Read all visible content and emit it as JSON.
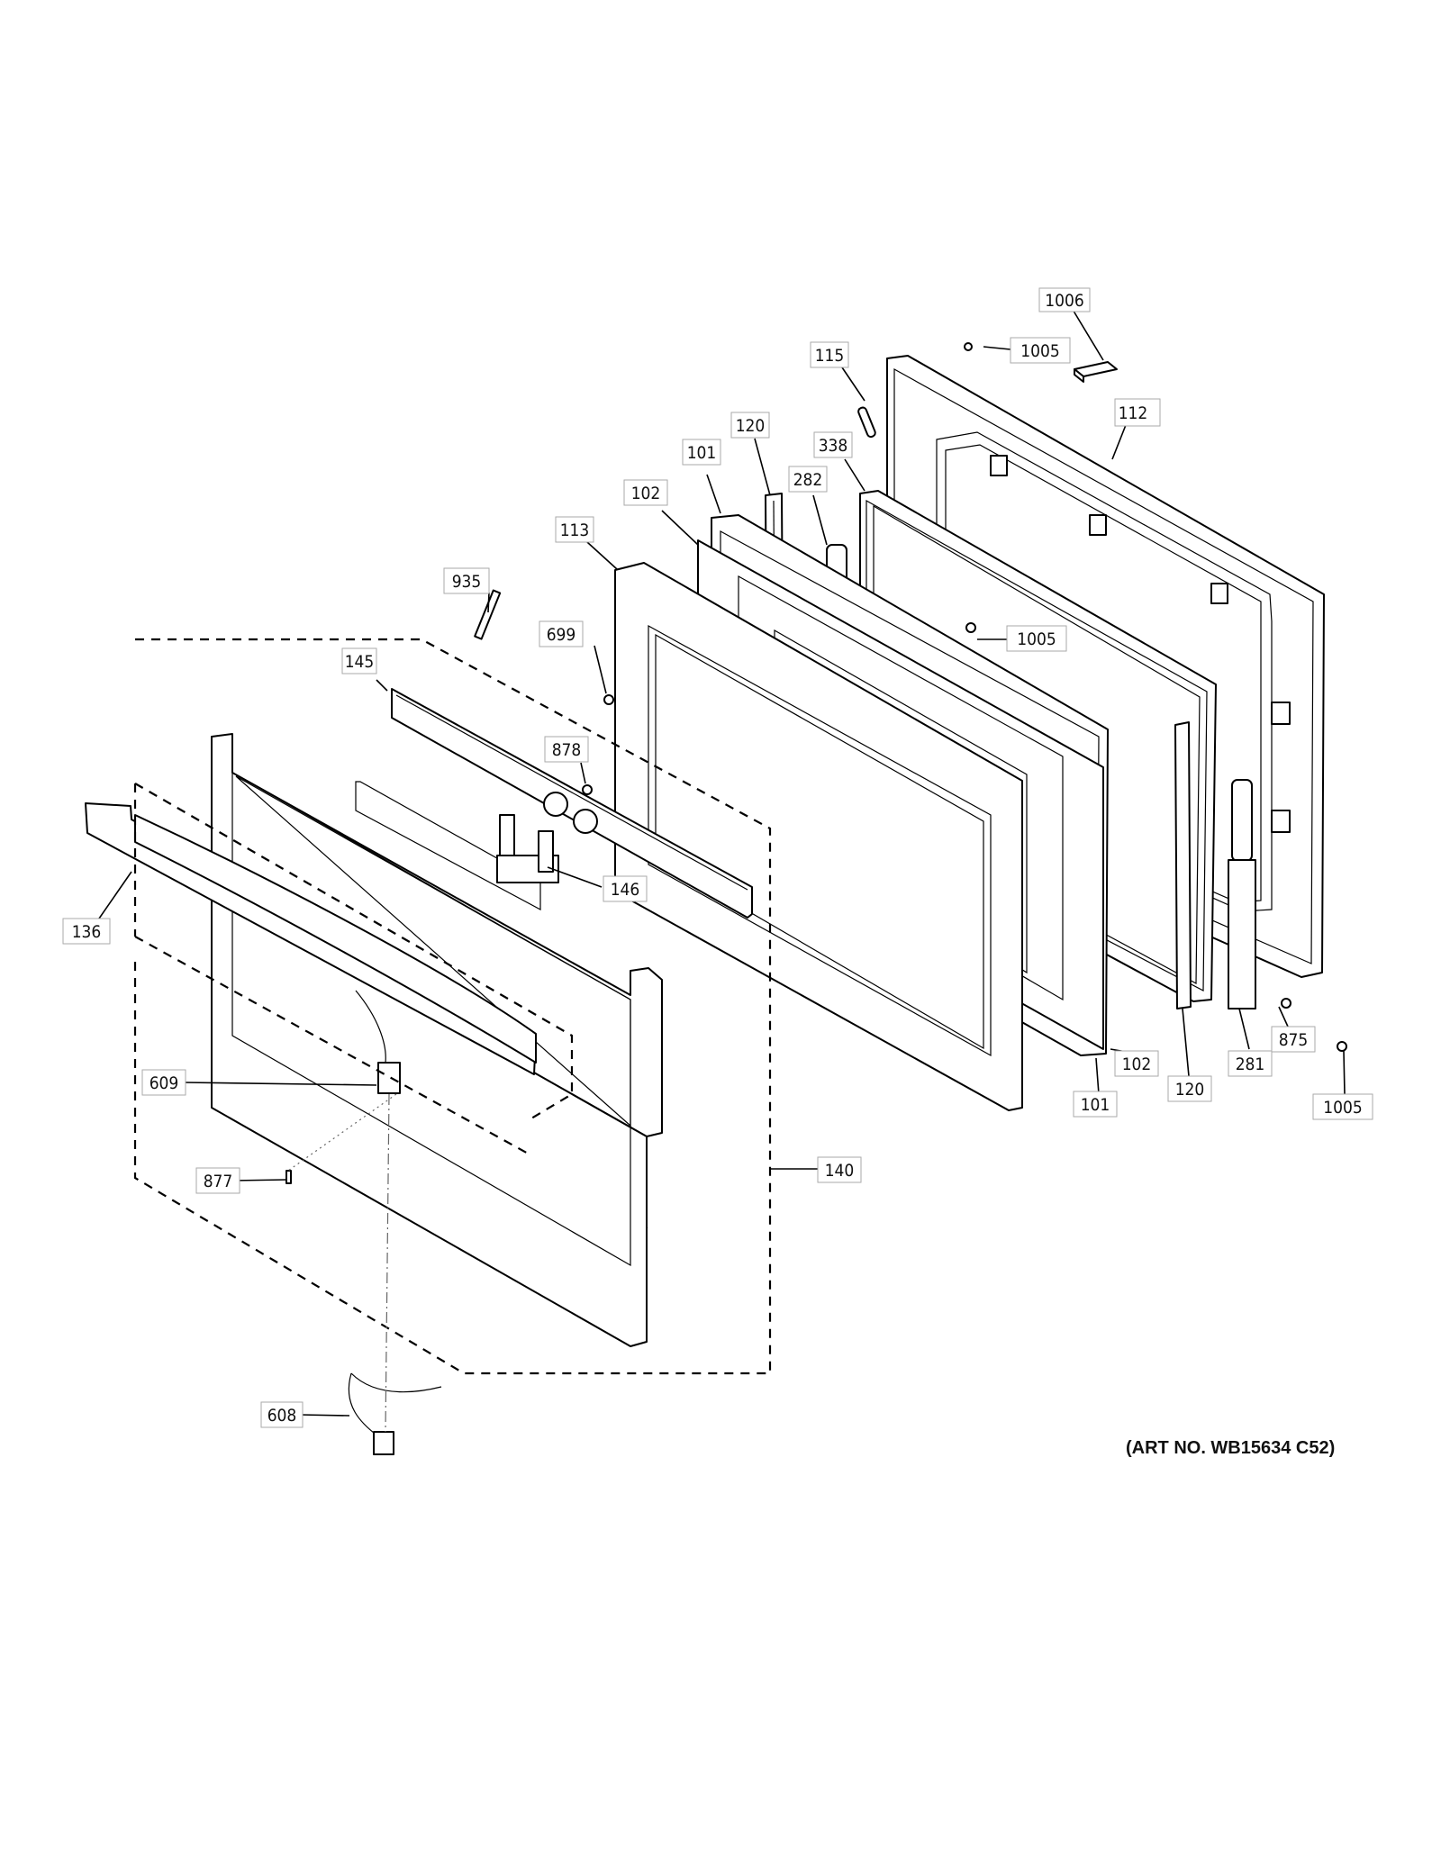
{
  "diagram": {
    "art_number": "(ART NO. WB15634 C52)",
    "callouts": [
      {
        "id": "1006",
        "label": "1006"
      },
      {
        "id": "1005a",
        "label": "1005"
      },
      {
        "id": "115",
        "label": "115"
      },
      {
        "id": "112",
        "label": "112"
      },
      {
        "id": "120a",
        "label": "120"
      },
      {
        "id": "338",
        "label": "338"
      },
      {
        "id": "101a",
        "label": "101"
      },
      {
        "id": "282",
        "label": "282"
      },
      {
        "id": "102a",
        "label": "102"
      },
      {
        "id": "113",
        "label": "113"
      },
      {
        "id": "935",
        "label": "935"
      },
      {
        "id": "699",
        "label": "699"
      },
      {
        "id": "1005b",
        "label": "1005"
      },
      {
        "id": "145",
        "label": "145"
      },
      {
        "id": "878",
        "label": "878"
      },
      {
        "id": "146",
        "label": "146"
      },
      {
        "id": "136",
        "label": "136"
      },
      {
        "id": "1005c",
        "label": "1005"
      },
      {
        "id": "875",
        "label": "875"
      },
      {
        "id": "102b",
        "label": "102"
      },
      {
        "id": "281",
        "label": "281"
      },
      {
        "id": "120b",
        "label": "120"
      },
      {
        "id": "101b",
        "label": "101"
      },
      {
        "id": "609",
        "label": "609"
      },
      {
        "id": "140",
        "label": "140"
      },
      {
        "id": "877",
        "label": "877"
      },
      {
        "id": "608",
        "label": "608"
      }
    ]
  }
}
